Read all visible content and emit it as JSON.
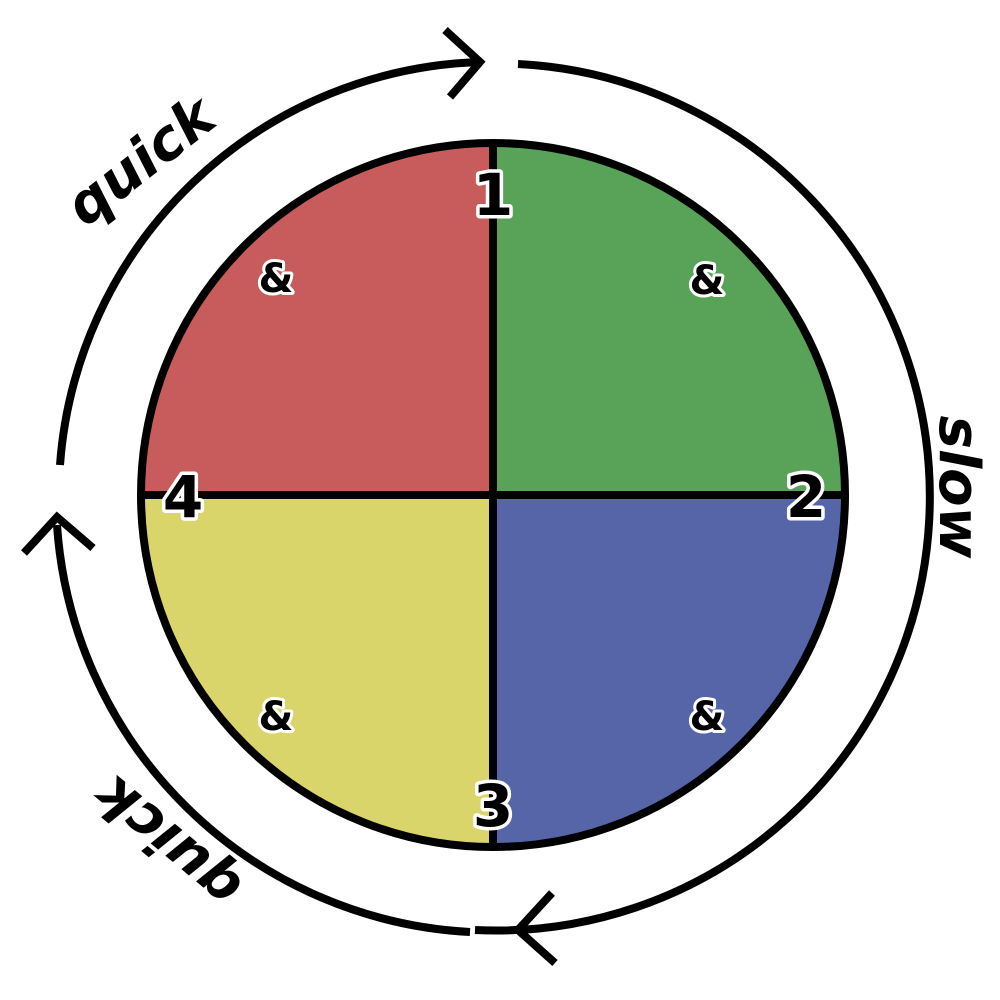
{
  "diagram": {
    "quadrants": [
      {
        "beat": "1",
        "subdivision": "&",
        "color": "#59a358"
      },
      {
        "beat": "2",
        "subdivision": "&",
        "color": "#5565a7"
      },
      {
        "beat": "3",
        "subdivision": "&",
        "color": "#dad56b"
      },
      {
        "beat": "4",
        "subdivision": "&",
        "color": "#c85c5c"
      }
    ],
    "arc_labels": {
      "top_left": "quick",
      "right": "slow",
      "bottom_left": "quick"
    },
    "outline_color": "#000000"
  }
}
